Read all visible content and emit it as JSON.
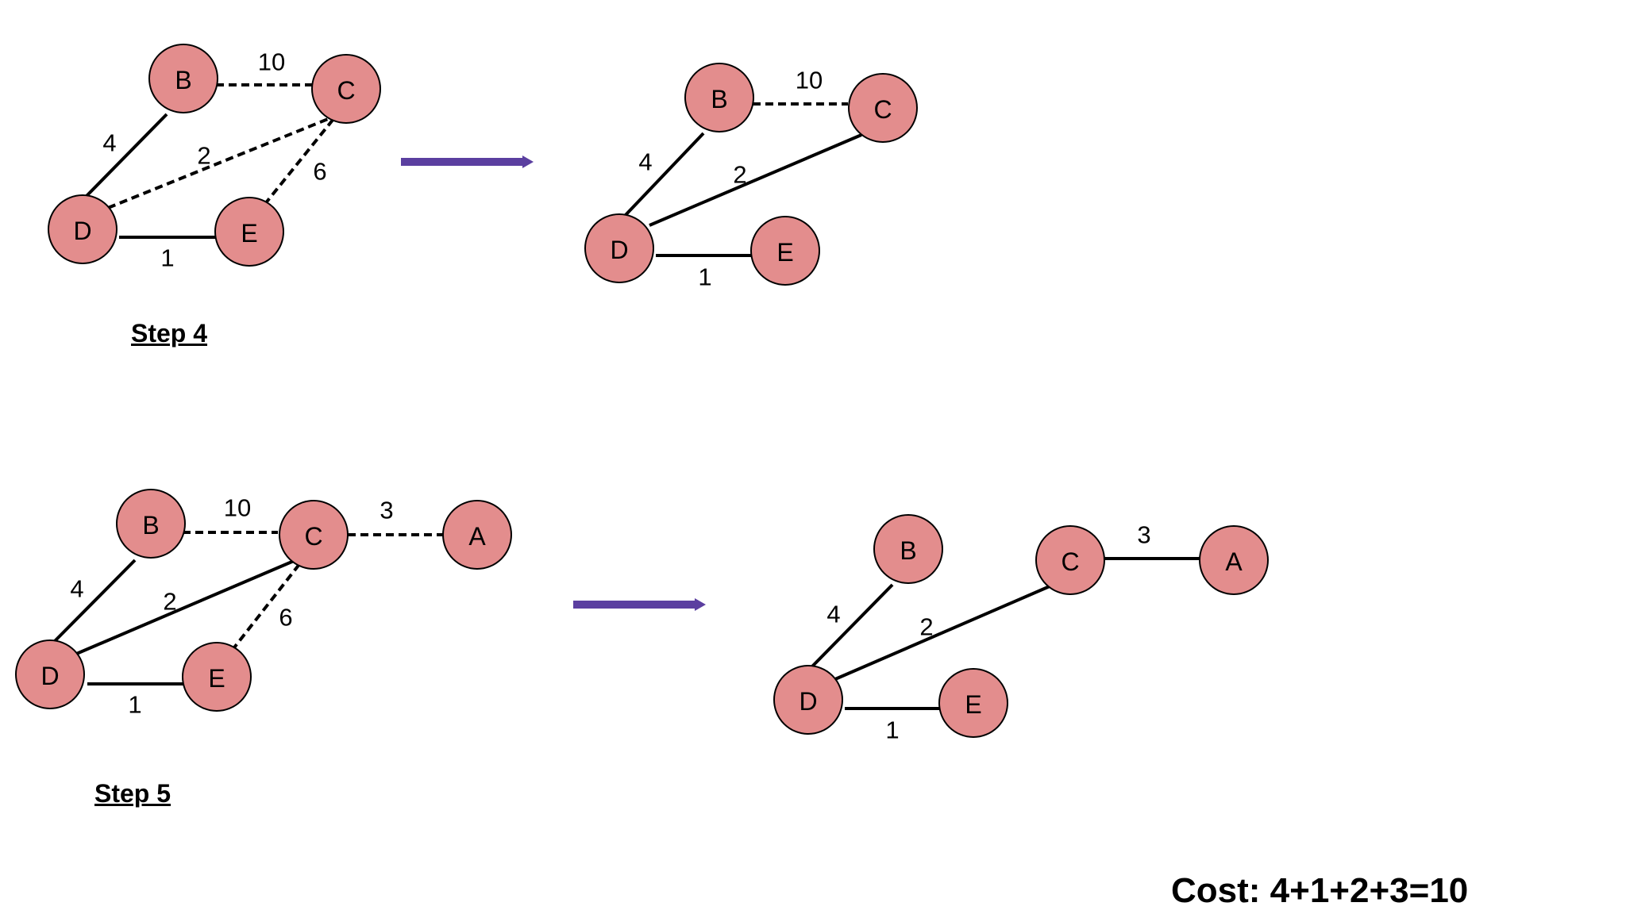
{
  "captions": {
    "step4": "Step 4",
    "step5": "Step 5"
  },
  "cost": "Cost: 4+1+2+3=10",
  "colors": {
    "node_fill": "#e38d8d",
    "arrow": "#5b3fa0",
    "edge": "#000000"
  },
  "diagrams": [
    {
      "id": "step4-before",
      "nodes": [
        "B",
        "C",
        "D",
        "E"
      ],
      "edges": [
        {
          "from": "B",
          "to": "C",
          "weight": "10",
          "style": "dashed"
        },
        {
          "from": "B",
          "to": "D",
          "weight": "4",
          "style": "solid"
        },
        {
          "from": "D",
          "to": "C",
          "weight": "2",
          "style": "dashed"
        },
        {
          "from": "E",
          "to": "C",
          "weight": "6",
          "style": "dashed"
        },
        {
          "from": "D",
          "to": "E",
          "weight": "1",
          "style": "solid"
        }
      ]
    },
    {
      "id": "step4-after",
      "nodes": [
        "B",
        "C",
        "D",
        "E"
      ],
      "edges": [
        {
          "from": "B",
          "to": "C",
          "weight": "10",
          "style": "dashed"
        },
        {
          "from": "B",
          "to": "D",
          "weight": "4",
          "style": "solid"
        },
        {
          "from": "D",
          "to": "C",
          "weight": "2",
          "style": "solid"
        },
        {
          "from": "D",
          "to": "E",
          "weight": "1",
          "style": "solid"
        }
      ]
    },
    {
      "id": "step5-before",
      "nodes": [
        "B",
        "C",
        "A",
        "D",
        "E"
      ],
      "edges": [
        {
          "from": "B",
          "to": "C",
          "weight": "10",
          "style": "dashed"
        },
        {
          "from": "C",
          "to": "A",
          "weight": "3",
          "style": "dashed"
        },
        {
          "from": "B",
          "to": "D",
          "weight": "4",
          "style": "solid"
        },
        {
          "from": "D",
          "to": "C",
          "weight": "2",
          "style": "solid"
        },
        {
          "from": "E",
          "to": "C",
          "weight": "6",
          "style": "dashed"
        },
        {
          "from": "D",
          "to": "E",
          "weight": "1",
          "style": "solid"
        }
      ]
    },
    {
      "id": "step5-after",
      "nodes": [
        "B",
        "C",
        "A",
        "D",
        "E"
      ],
      "edges": [
        {
          "from": "C",
          "to": "A",
          "weight": "3",
          "style": "solid"
        },
        {
          "from": "B",
          "to": "D",
          "weight": "4",
          "style": "solid"
        },
        {
          "from": "D",
          "to": "C",
          "weight": "2",
          "style": "solid"
        },
        {
          "from": "D",
          "to": "E",
          "weight": "1",
          "style": "solid"
        }
      ]
    }
  ]
}
